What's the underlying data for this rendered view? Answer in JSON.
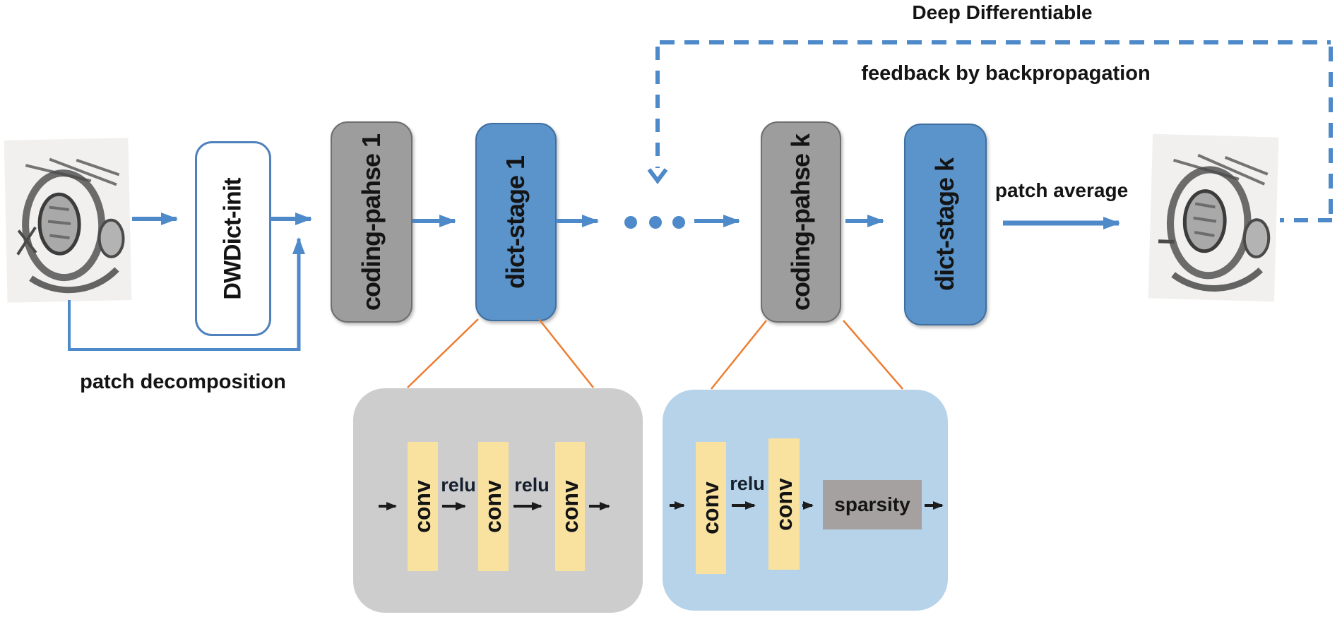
{
  "diagram": {
    "title": "Deep Differentiable",
    "subtitle": "feedback by backpropagation"
  },
  "pipeline": {
    "dwdict_init": "DWDict-init",
    "coding_phase_1": "coding-pahse 1",
    "dict_stage_1": "dict-stage 1",
    "coding_phase_k": "coding-pahse k",
    "dict_stage_k": "dict-stage k",
    "patch_decomposition": "patch decomposition",
    "patch_average": "patch average"
  },
  "dict_stage_detail": {
    "convs": [
      "conv",
      "conv",
      "conv"
    ],
    "relus": [
      "relu",
      "relu"
    ]
  },
  "coding_phase_detail": {
    "convs": [
      "conv",
      "conv"
    ],
    "relu": "relu",
    "sparsity": "sparsity"
  },
  "icons": {
    "ellipsis": "three-dots",
    "feedback_arrowhead": "dashed-down-chevron"
  },
  "colors": {
    "arrow_blue": "#4e8ac9",
    "stage_blue_fill": "#5b94cb",
    "stage_blue_border": "#3f6fa0",
    "coding_gray_fill": "#9d9d9d",
    "coding_gray_border": "#6e6e6e",
    "init_box_border": "#4f81bd",
    "detail_gray_fill": "#cdcdcd",
    "detail_blue_fill": "#b7d3ea",
    "conv_yellow_fill": "#f9e2a0",
    "sparsity_fill": "#a5a1a1",
    "connector_orange": "#ed7d31",
    "text_color": "#141414"
  }
}
